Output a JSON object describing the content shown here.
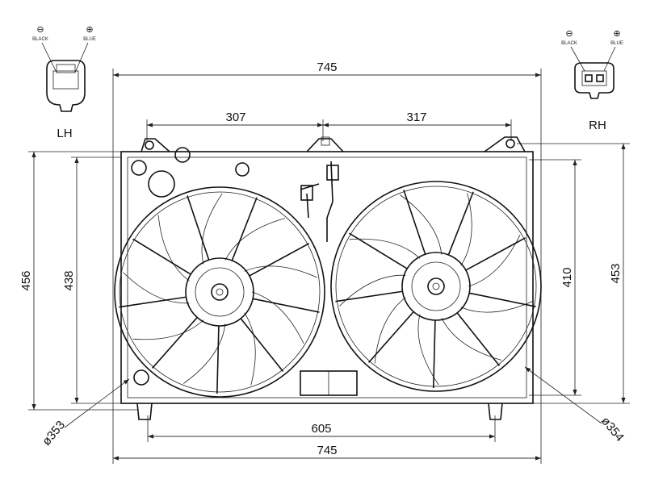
{
  "title": "Radiator cooling fan assembly dimensional drawing",
  "dimensions": {
    "overall_width_top": "745",
    "left_motor_offset": "307",
    "right_motor_offset": "317",
    "bottom_mount_span": "605",
    "overall_width_bottom": "745",
    "left_height_outer": "456",
    "left_height_inner": "438",
    "right_height_inner": "410",
    "right_height_outer": "453",
    "left_fan_diameter": "ø353",
    "right_fan_diameter": "ø354"
  },
  "connectors": {
    "left": {
      "side_label": "LH",
      "neg_symbol": "⊖",
      "pos_symbol": "⊕",
      "neg_wire": "BLACK",
      "pos_wire": "BLUE"
    },
    "right": {
      "side_label": "RH",
      "neg_symbol": "⊖",
      "pos_symbol": "⊕",
      "neg_wire": "BLACK",
      "pos_wire": "BLUE"
    }
  }
}
